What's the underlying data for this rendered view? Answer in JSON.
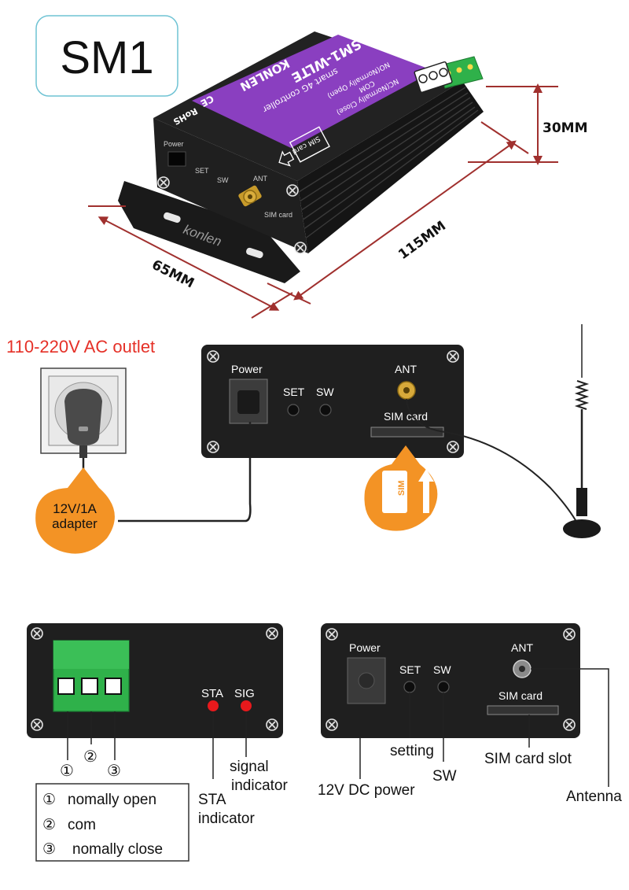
{
  "model_badge": "SM1",
  "device_top": {
    "brand": "KONLEN",
    "model": "SM1-WLTE",
    "subtitle": "smart 4G controller",
    "terminal_no": "NO(Normally Open)",
    "terminal_com": "COM",
    "terminal_nc": "NC(Normally Close)",
    "sim_card": "SIM card",
    "rohs": "RoHS",
    "ce": "CE",
    "power": "Power",
    "set": "SET",
    "sw": "SW",
    "ant": "ANT",
    "sim_card_side": "SIM card",
    "watermark": "konlen"
  },
  "dimensions": {
    "height": "30MM",
    "length": "115MM",
    "width": "65MM"
  },
  "wiring": {
    "outlet_label": "110-220V  AC outlet",
    "adapter_line1": "12V/1A",
    "adapter_line2": "adapter",
    "sim_insert_label": "SIM",
    "panel": {
      "power": "Power",
      "set": "SET",
      "sw": "SW",
      "ant": "ANT",
      "sim_card": "SIM card"
    }
  },
  "left_panel": {
    "sta": "STA",
    "sig": "SIG",
    "pin1": "①",
    "pin2": "②",
    "pin3": "③",
    "signal_indicator_1": "signal",
    "signal_indicator_2": "indicator",
    "sta_indicator_1": "STA",
    "sta_indicator_2": "indicator",
    "legend": [
      {
        "num": "①",
        "text": "nomally open"
      },
      {
        "num": "②",
        "text": "com"
      },
      {
        "num": "③",
        "text": "nomally close"
      }
    ]
  },
  "right_panel": {
    "power": "Power",
    "set": "SET",
    "sw": "SW",
    "ant": "ANT",
    "sim_card": "SIM card",
    "setting": "setting",
    "sw_label": "SW",
    "sim_slot": "SIM card slot",
    "dc_power": "12V DC power",
    "antenna": "Antenna"
  },
  "colors": {
    "orange": "#f39325",
    "red_text": "#e53027",
    "purple": "#8a3fc0",
    "device_black": "#1d1d1d",
    "terminal_green": "#2fb14a",
    "led_red": "#e8191c"
  }
}
